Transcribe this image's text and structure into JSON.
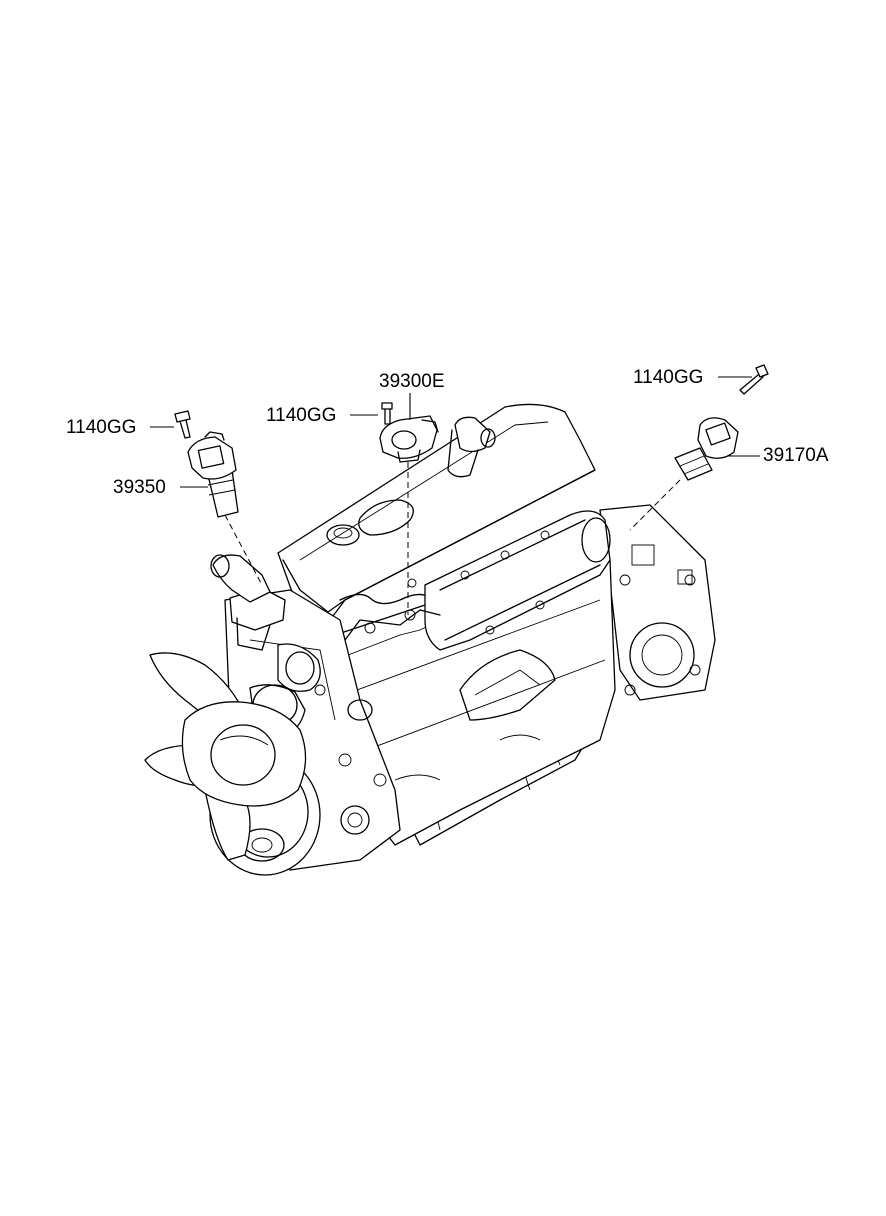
{
  "callouts": {
    "bolt_left": "1140GG",
    "sensor_left": "39350",
    "bolt_center": "1140GG",
    "sensor_center": "39300E",
    "bolt_right": "1140GG",
    "sensor_right": "39170A"
  }
}
